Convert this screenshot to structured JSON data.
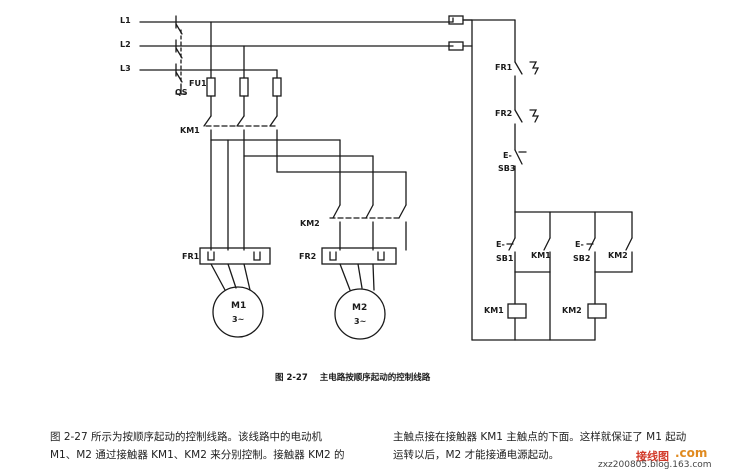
{
  "labels": {
    "L1": "L1",
    "L2": "L2",
    "L3": "L3",
    "FU1": "FU1",
    "QS": "QS",
    "KM1_main": "KM1",
    "KM2_main": "KM2",
    "FR1_main": "FR1",
    "FR2_main": "FR2",
    "M1_name": "M1",
    "M1_phase": "3~",
    "M2_name": "M2",
    "M2_phase": "3~",
    "FR1_ctrl": "FR1",
    "FR2_ctrl": "FR2",
    "SB3": "SB3",
    "SB3_mark": "E-",
    "SB1": "SB1",
    "SB1_mark": "E-",
    "SB2": "SB2",
    "SB2_mark": "E-",
    "KM1_aux": "KM1",
    "KM2_aux": "KM2",
    "KM1_coil": "KM1",
    "KM2_coil": "KM2"
  },
  "caption": {
    "number": "图 2-27",
    "title": "主电路按顺序起动的控制线路"
  },
  "paragraph_left": [
    "图 2-27 所示为按顺序起动的控制线路。该线路中的电动机",
    "M1、M2 通过接触器 KM1、KM2 来分别控制。接触器 KM2 的"
  ],
  "paragraph_right": [
    "主触点接在接触器 KM1 主触点的下面。这样就保证了 M1 起动",
    "运转以后，M2 才能接通电源起动。"
  ],
  "watermark": {
    "brand": "接线图",
    "domain": ".com",
    "url": "zxz200805.blog.163.com"
  },
  "colors": {
    "ink": "#1a1a1a",
    "watermark_red": "#d23a2a",
    "watermark_orange": "#e08a1f"
  }
}
